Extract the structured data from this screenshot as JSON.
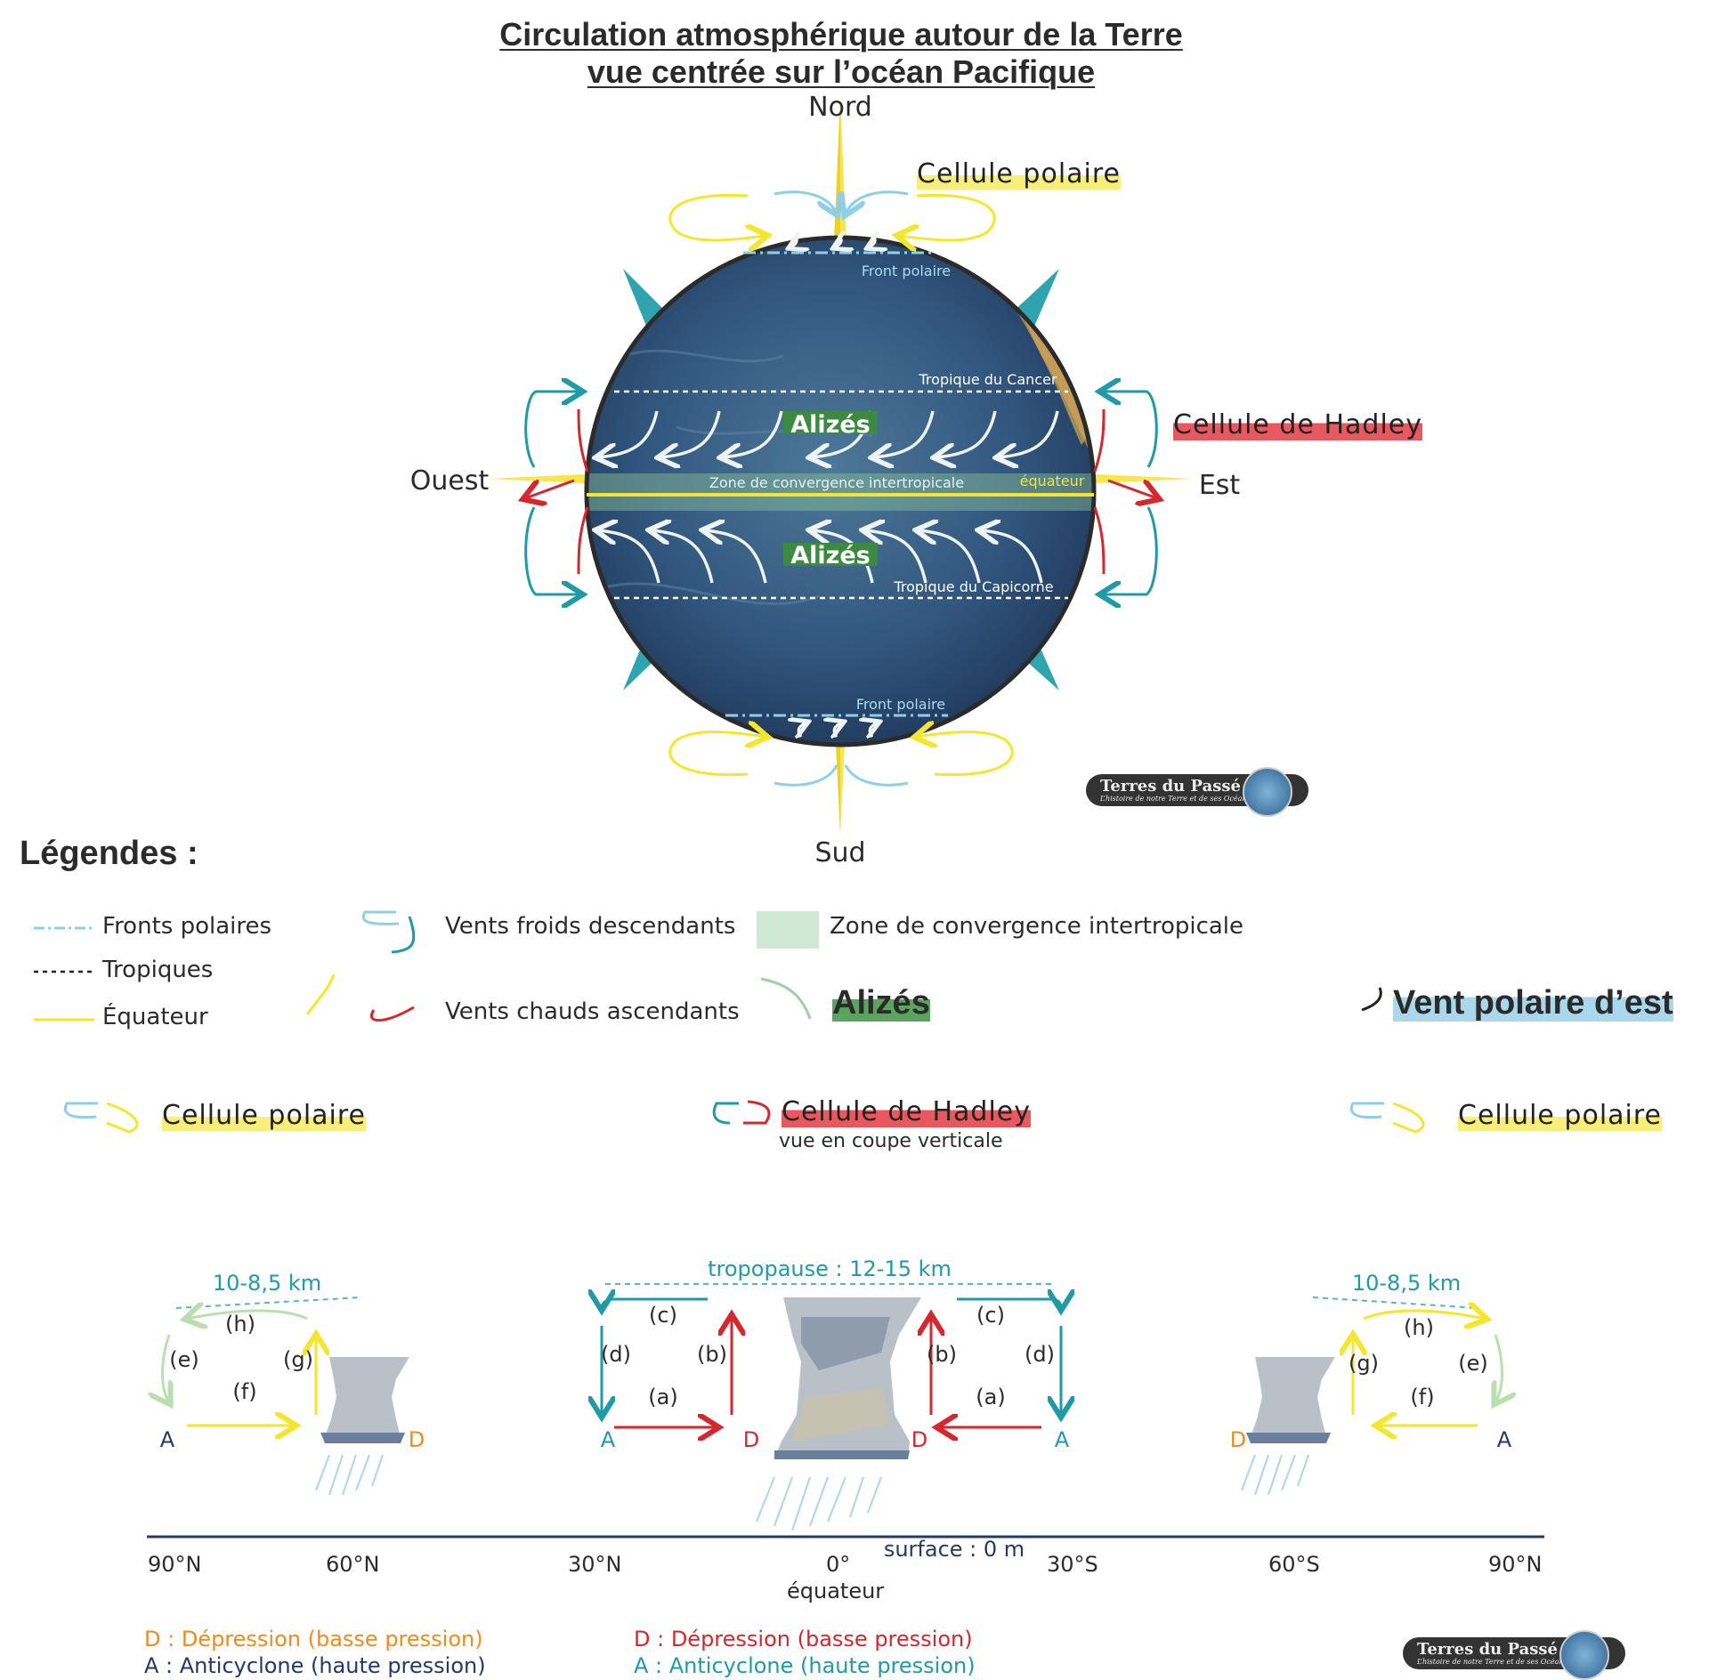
{
  "title": {
    "line1": "Circulation atmosphérique autour de la Terre",
    "line2": "vue centrée sur l’océan Pacifique"
  },
  "compass": {
    "north": "Nord",
    "south": "Sud",
    "west": "Ouest",
    "east": "Est"
  },
  "globe": {
    "front_polaire_n": "Front polaire",
    "front_polaire_s": "Front polaire",
    "tropique_cancer": "Tropique du Cancer",
    "tropique_capricorne": "Tropique du Capicorne",
    "zci": "Zone de convergence intertropicale",
    "equateur": "équateur",
    "alizes_n": "Alizés",
    "alizes_s": "Alizés"
  },
  "callouts": {
    "cellule_polaire": "Cellule polaire",
    "cellule_hadley": "Cellule de Hadley"
  },
  "logo": {
    "name": "Terres du Passé",
    "tagline": "L’histoire de notre Terre et de ses Océans"
  },
  "legend": {
    "heading": "Légendes :",
    "fronts_polaires": "Fronts polaires",
    "tropiques": "Tropiques",
    "equateur": "Équateur",
    "vents_froids": "Vents froids descendants",
    "vents_chauds": "Vents chauds ascendants",
    "zci": "Zone de convergence intertropicale",
    "alizes": "Alizés",
    "vent_polaire": "Vent polaire d’est",
    "cellule_polaire_left": "Cellule polaire",
    "cellule_polaire_right": "Cellule polaire",
    "cellule_hadley": "Cellule de Hadley",
    "coupe": "vue en coupe verticale"
  },
  "section": {
    "height_left": "10-8,5 km",
    "height_right": "10-8,5 km",
    "tropopause": "tropopause : 12-15 km",
    "surface": "surface : 0 m",
    "letters": {
      "a": "(a)",
      "b": "(b)",
      "c": "(c)",
      "d": "(d)",
      "e": "(e)",
      "f": "(f)",
      "g": "(g)",
      "h": "(h)"
    },
    "high": "A",
    "low": "D",
    "lat_labels": [
      "90°N",
      "60°N",
      "30°N",
      "0°",
      "30°S",
      "60°S",
      "90°N"
    ],
    "equator_label": "équateur"
  },
  "footer": {
    "d_orange": "D : Dépression (basse pression)",
    "a_navy": "A : Anticyclone (haute pression)",
    "d_red": "D : Dépression (basse pression)",
    "a_teal": "A : Anticyclone (haute pression)"
  },
  "colors": {
    "yellow": "#f4e62c",
    "light_blue": "#8fcfe6",
    "teal": "#1f9aa6",
    "red": "#d6262e",
    "ocean": "#2d4f7a",
    "zci_green": "#5aa55e"
  }
}
